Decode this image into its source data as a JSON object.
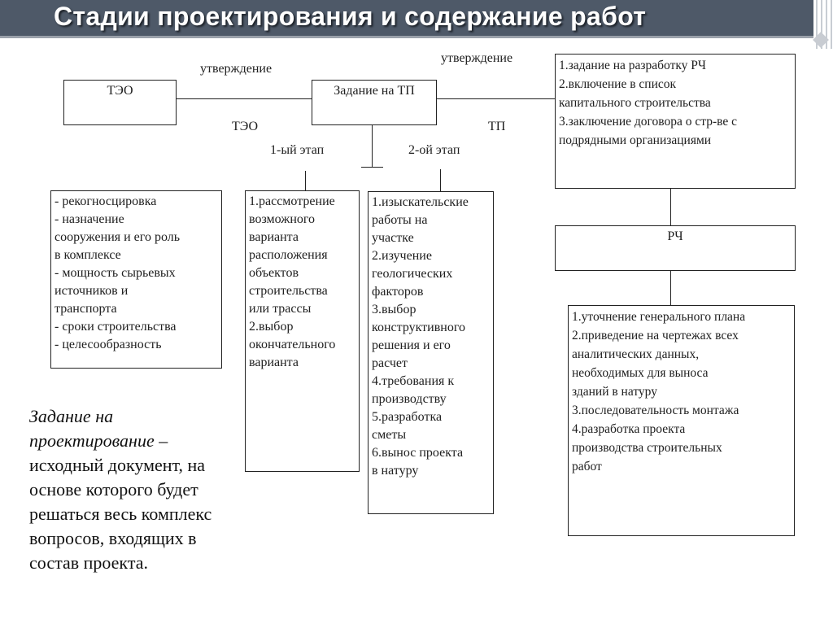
{
  "header": {
    "title": "Стадии проектирования и содержание работ"
  },
  "diagram": {
    "tao_box": "ТЭО",
    "zadanie_box": "Задание на ТП",
    "rc_box": "РЧ",
    "labels": {
      "approval_left": "утверждение",
      "approval_right": "утверждение",
      "teo": "ТЭО",
      "tp": "ТП",
      "stage1": "1-ый этап",
      "stage2": "2-ой этап"
    },
    "rc_tasks": "1.задание на разработку РЧ\n2.включение в список\nкапитального строительства\n3.заключение договора о стр-ве с\nподрядными организациями",
    "teo_contents": "- рекогносцировка\n- назначение\nсооружения и его роль\nв комплексе\n- мощность сырьевых\nисточников и\nтранспорта\n- сроки строительства\n- целесообразность",
    "stage1_contents": "1.рассмотрение\nвозможного\nварианта\nрасположения\nобъектов\nстроительства\nили трассы\n2.выбор\nокончательного\nварианта",
    "stage2_contents": "1.изыскательские\nработы на\nучастке\n2.изучение\nгеологических\nфакторов\n3.выбор\nконструктивного\nрешения и его\nрасчет\n4.требования к\nпроизводству\n5.разработка\nсметы\n6.вынос проекта\nв натуру",
    "rc_contents": "1.уточнение генерального плана\n2.приведение на чертежах всех\nаналитических данных,\nнеобходимых для выноса\nзданий в натуру\n3.последовательность монтажа\n4.разработка проекта\nпроизводства строительных\nработ"
  },
  "definition": {
    "term": "Задание на проектирование",
    "text": " – исходный документ, на основе которого будет решаться весь комплекс вопросов, входящих в состав проекта."
  }
}
